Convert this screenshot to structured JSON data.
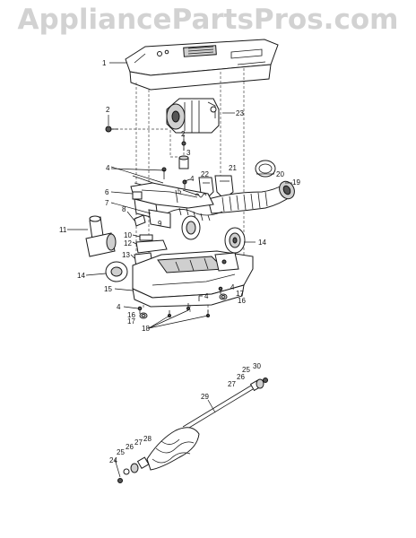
{
  "watermark": "AppliancePartsPros.com",
  "callouts": {
    "p1": "1",
    "p2a": "2",
    "p2b": "2",
    "p3": "3",
    "p23": "23",
    "p4a": "4",
    "p4b": "4",
    "p4c": "4",
    "p4d": "4",
    "p4e": "4",
    "p22": "22",
    "p21": "21",
    "p20": "20",
    "p19": "19",
    "p6": "6",
    "p5": "5",
    "p7": "7",
    "p8": "8",
    "p9": "9",
    "p11": "11",
    "p10": "10",
    "p12": "12",
    "p13": "13",
    "p14a": "14",
    "p14b": "14",
    "p15": "15",
    "p16a": "16",
    "p17a": "17",
    "p16b": "16",
    "p17b": "17",
    "p18": "18",
    "p29": "29",
    "p25a": "25",
    "p30": "30",
    "p26a": "26",
    "p27a": "27",
    "p28": "28",
    "p27b": "27",
    "p26b": "26",
    "p25b": "25",
    "p24": "24"
  }
}
